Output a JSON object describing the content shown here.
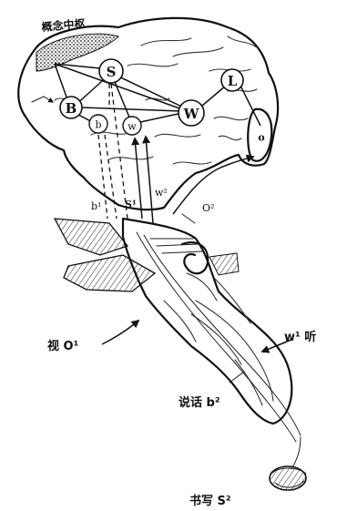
{
  "diagram": {
    "title": "概念中枢",
    "nodes": {
      "S": "S",
      "B": "B",
      "W": "W",
      "L": "L",
      "b": "b",
      "w": "w",
      "o": "o"
    },
    "pathways": {
      "b1": "b¹",
      "s1": "S¹",
      "w2": "w²",
      "o2": "O²"
    },
    "side_labels": {
      "vision": "视 O¹",
      "hearing": "w¹ 听",
      "speaking": "说话 b²",
      "writing": "书写 S²"
    }
  }
}
